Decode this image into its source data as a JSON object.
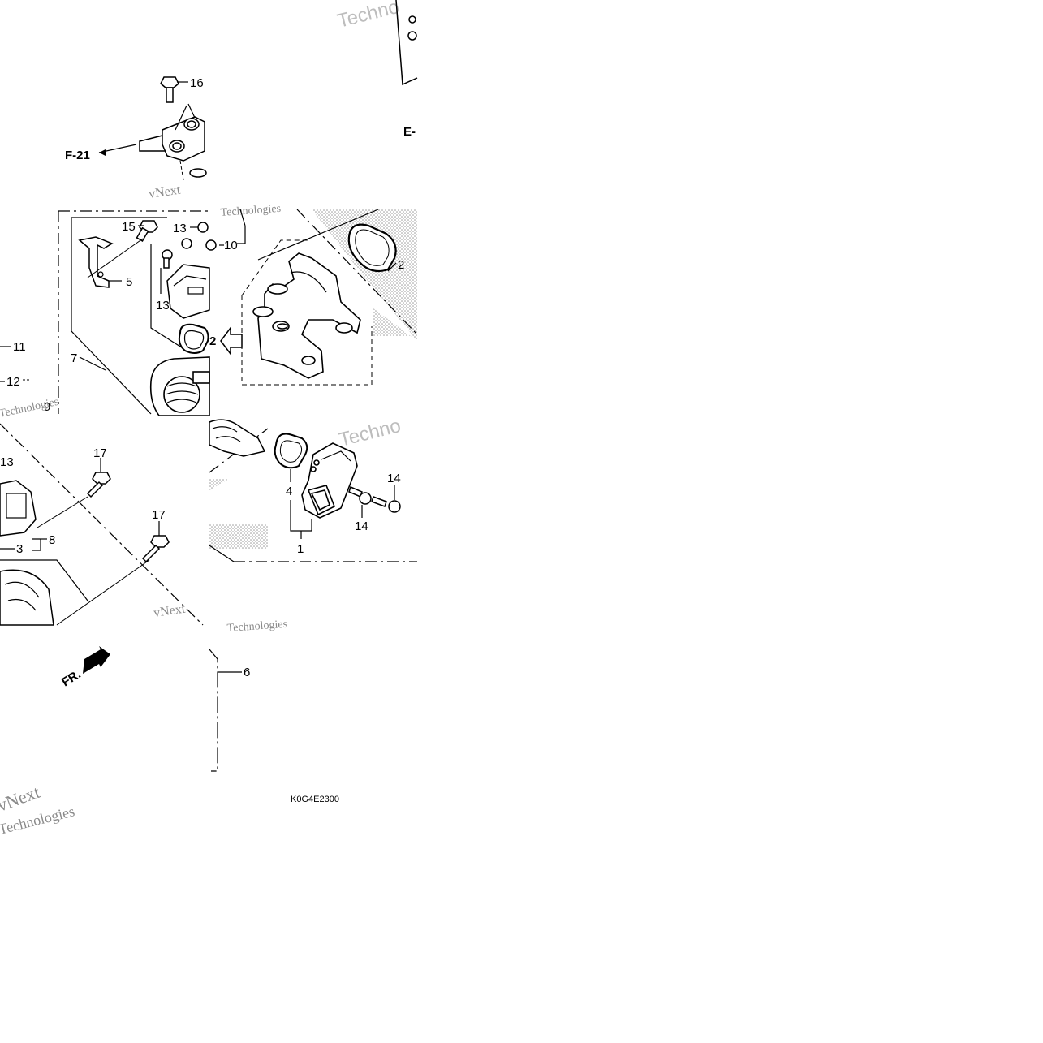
{
  "diagram": {
    "parts": [
      {
        "id": "p16",
        "label": "16"
      },
      {
        "id": "p15",
        "label": "15"
      },
      {
        "id": "p13a",
        "label": "13"
      },
      {
        "id": "p10",
        "label": "10"
      },
      {
        "id": "p13b",
        "label": "13"
      },
      {
        "id": "p5",
        "label": "5"
      },
      {
        "id": "p2a",
        "label": "2"
      },
      {
        "id": "p2b",
        "label": "2"
      },
      {
        "id": "p11",
        "label": "11"
      },
      {
        "id": "p7",
        "label": "7"
      },
      {
        "id": "p12",
        "label": "12"
      },
      {
        "id": "p9",
        "label": "9"
      },
      {
        "id": "p13c",
        "label": "13"
      },
      {
        "id": "p17a",
        "label": "17"
      },
      {
        "id": "p17b",
        "label": "17"
      },
      {
        "id": "p8",
        "label": "8"
      },
      {
        "id": "p3",
        "label": "3"
      },
      {
        "id": "p4",
        "label": "4"
      },
      {
        "id": "p14a",
        "label": "14"
      },
      {
        "id": "p14b",
        "label": "14"
      },
      {
        "id": "p1",
        "label": "1"
      },
      {
        "id": "p6",
        "label": "6"
      }
    ],
    "references": {
      "f21": "F-21",
      "e_partial": "E-"
    },
    "front_marker": "FR.",
    "diagram_code": "K0G4E2300",
    "watermarks": {
      "vnext": "vNext",
      "technologies": "Technologies",
      "techno": "Techno"
    }
  }
}
